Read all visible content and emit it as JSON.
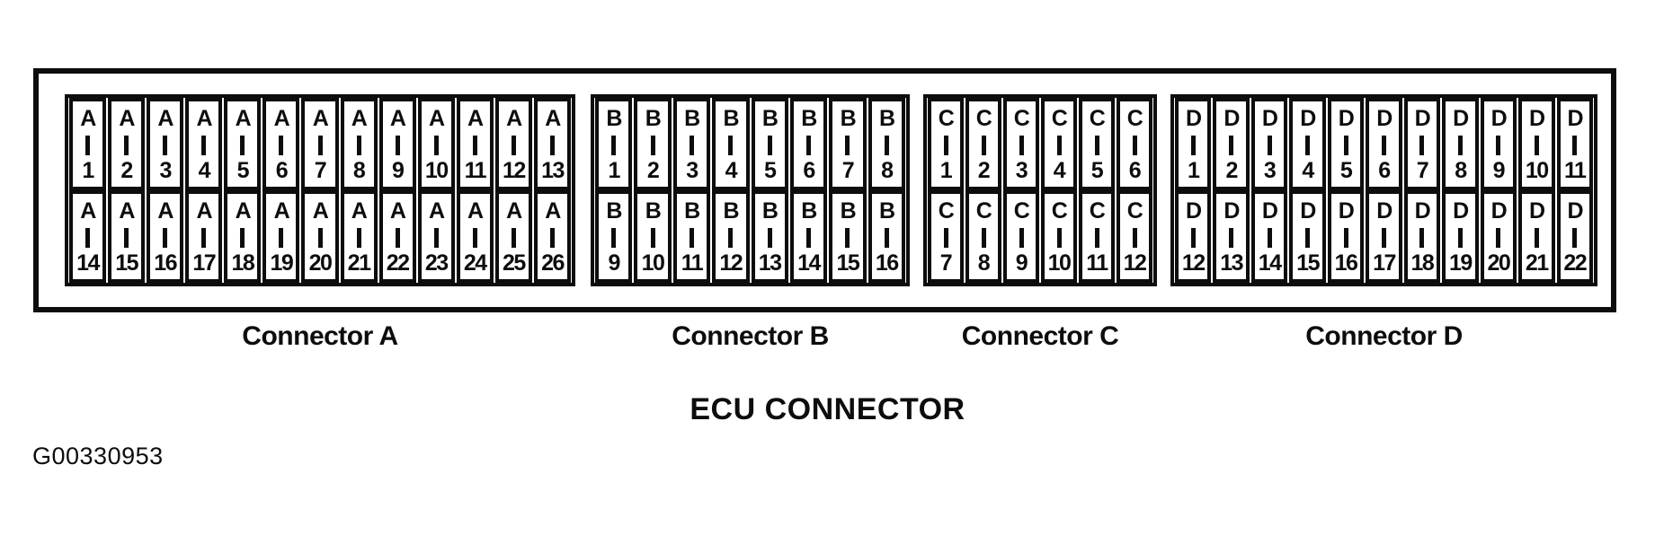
{
  "title": "ECU CONNECTOR",
  "figure_id": "G00330953",
  "colors": {
    "ink": "#0d0d0d",
    "background": "#ffffff"
  },
  "pin_separator": "-",
  "connectors": [
    {
      "letter": "A",
      "label": "Connector A",
      "rows": [
        [
          1,
          2,
          3,
          4,
          5,
          6,
          7,
          8,
          9,
          10,
          11,
          12,
          13
        ],
        [
          14,
          15,
          16,
          17,
          18,
          19,
          20,
          21,
          22,
          23,
          24,
          25,
          26
        ]
      ]
    },
    {
      "letter": "B",
      "label": "Connector B",
      "rows": [
        [
          1,
          2,
          3,
          4,
          5,
          6,
          7,
          8
        ],
        [
          9,
          10,
          11,
          12,
          13,
          14,
          15,
          16
        ]
      ]
    },
    {
      "letter": "C",
      "label": "Connector C",
      "rows": [
        [
          1,
          2,
          3,
          4,
          5,
          6
        ],
        [
          7,
          8,
          9,
          10,
          11,
          12
        ]
      ]
    },
    {
      "letter": "D",
      "label": "Connector D",
      "rows": [
        [
          1,
          2,
          3,
          4,
          5,
          6,
          7,
          8,
          9,
          10,
          11
        ],
        [
          12,
          13,
          14,
          15,
          16,
          17,
          18,
          19,
          20,
          21,
          22
        ]
      ]
    }
  ]
}
